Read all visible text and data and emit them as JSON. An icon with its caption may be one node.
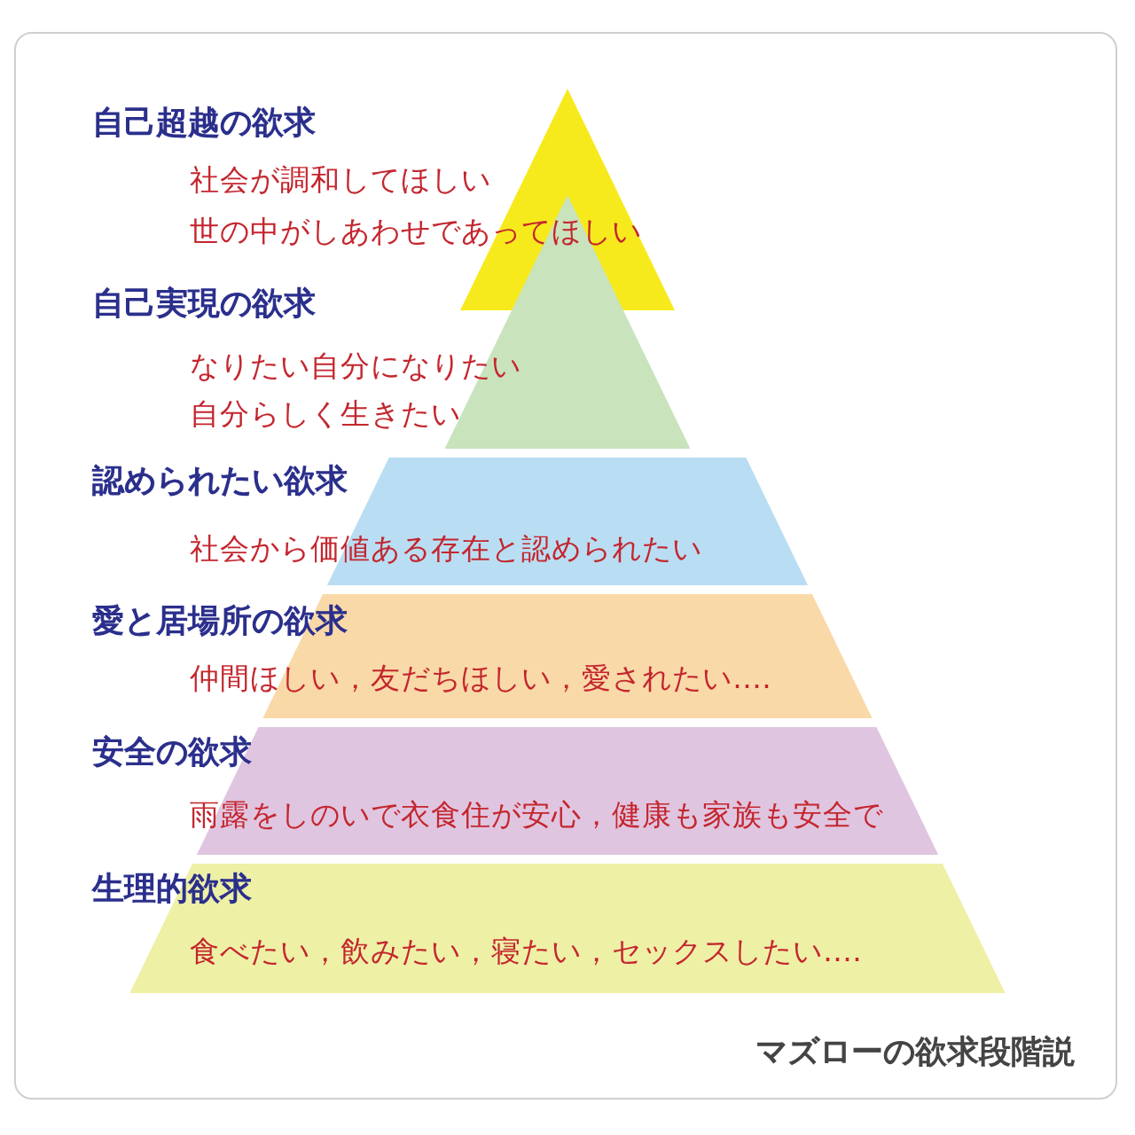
{
  "diagram": {
    "caption": "マズローの欲求段階説",
    "nodes": [
      {
        "text": [
          "自己超越の欲求",
          "社会が調和してほしい",
          "世の中がしあわせであってほしい"
        ]
      },
      {
        "text": [
          "自己実現の欲求",
          "なりたい自分になりたい",
          "自分らしく生きたい"
        ]
      },
      {
        "text": [
          "認められたい欲求",
          "社会から価値ある存在と認められたい"
        ]
      },
      {
        "text": [
          "愛と居場所の欲求",
          "仲間ほしい，友だちほしい，愛されたい‥‥"
        ]
      },
      {
        "text": [
          "安全の欲求",
          "雨露をしのいで衣食住が安心，健康も家族も安全で"
        ]
      },
      {
        "text": [
          "生理的欲求",
          "食べたい，飲みたい，寝たい，セックスしたい‥‥"
        ]
      }
    ]
  }
}
